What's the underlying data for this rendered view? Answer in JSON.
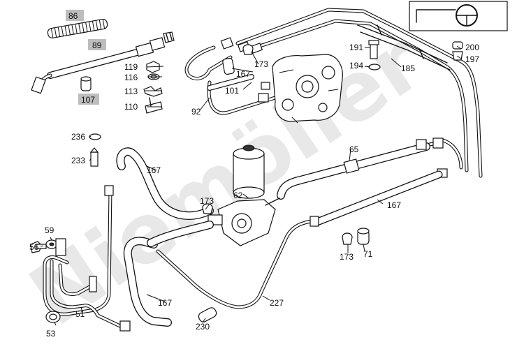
{
  "watermark": "Niemöller",
  "inset_symbol": "steering-wheel-icon",
  "labels": {
    "l86": "86",
    "l89": "89",
    "l107": "107",
    "l119": "119",
    "l116": "116",
    "l113": "113",
    "l110": "110",
    "l92": "92",
    "l101": "101",
    "l167a": "167",
    "l173a": "173",
    "l191": "191",
    "l194": "194",
    "l200": "200",
    "l197": "197",
    "l185": "185",
    "l236": "236",
    "l233": "233",
    "l167b": "167",
    "l65": "65",
    "l62": "62",
    "l173b": "173",
    "l167c": "167",
    "l56": "56",
    "l59": "59",
    "l173c": "173",
    "l71": "71",
    "l51": "51",
    "l53": "53",
    "l167d": "167",
    "l227": "227",
    "l230": "230"
  },
  "highlighted_labels": [
    "86",
    "89",
    "107"
  ]
}
